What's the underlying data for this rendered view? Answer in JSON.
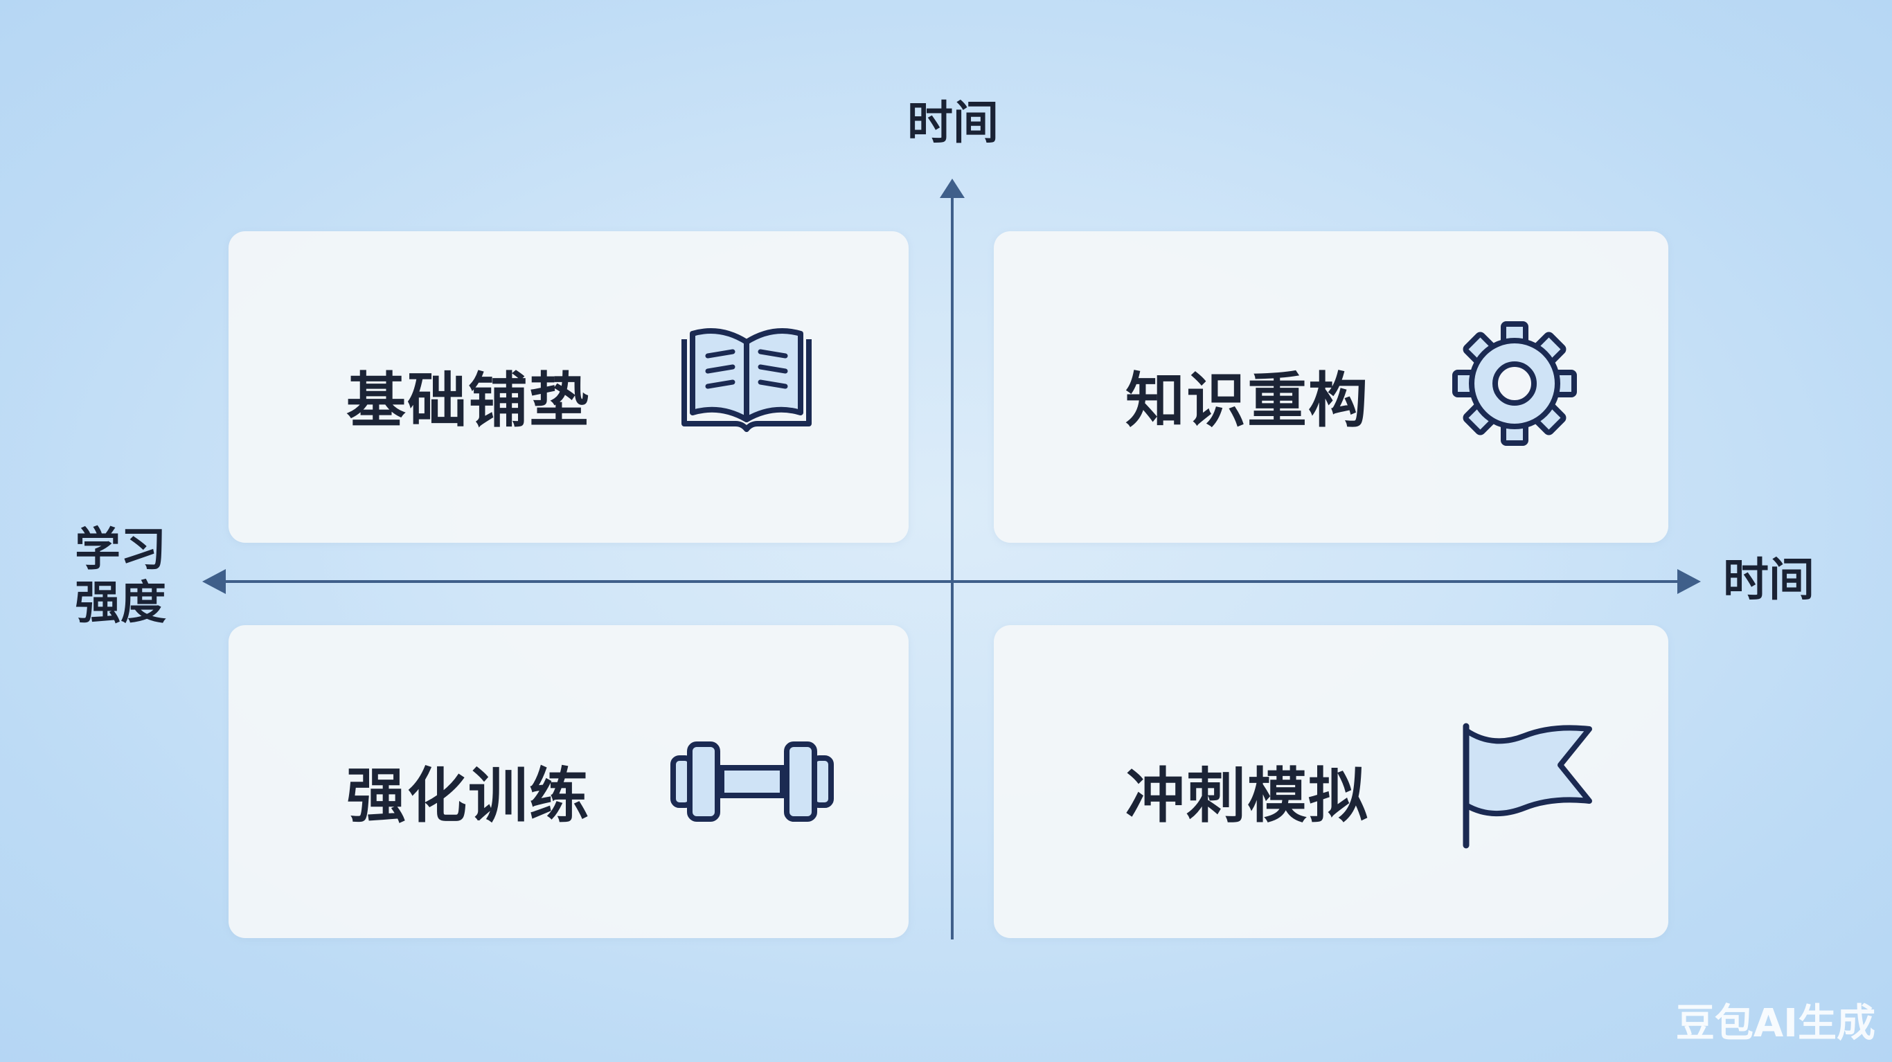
{
  "axes": {
    "top_label": "时间",
    "right_label": "时间",
    "left_label_line1": "学习",
    "left_label_line2": "强度"
  },
  "quadrants": [
    {
      "label": "基础铺垫",
      "icon": "open-book-icon"
    },
    {
      "label": "知识重构",
      "icon": "gear-icon"
    },
    {
      "label": "强化训练",
      "icon": "dumbbell-icon"
    },
    {
      "label": "冲刺模拟",
      "icon": "flag-icon"
    }
  ],
  "watermark": "豆包AI生成",
  "colors": {
    "axis": "#3f5f8a",
    "icon_stroke": "#1b2a52",
    "icon_fill": "#cfe3f6"
  }
}
